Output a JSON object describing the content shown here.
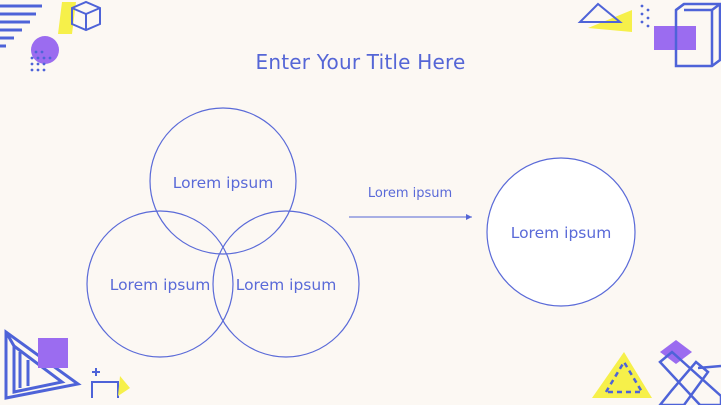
{
  "slide": {
    "title": "Enter Your Title Here"
  },
  "diagram": {
    "circle_top_label": "Lorem ipsum",
    "circle_left_label": "Lorem ipsum",
    "circle_right_label": "Lorem ipsum",
    "arrow_label": "Lorem ipsum",
    "result_circle_label": "Lorem ipsum"
  },
  "colors": {
    "background": "#fcf8f3",
    "accent_blue": "#5566d6",
    "purple": "#9b6cf0",
    "yellow": "#f6f04a"
  }
}
